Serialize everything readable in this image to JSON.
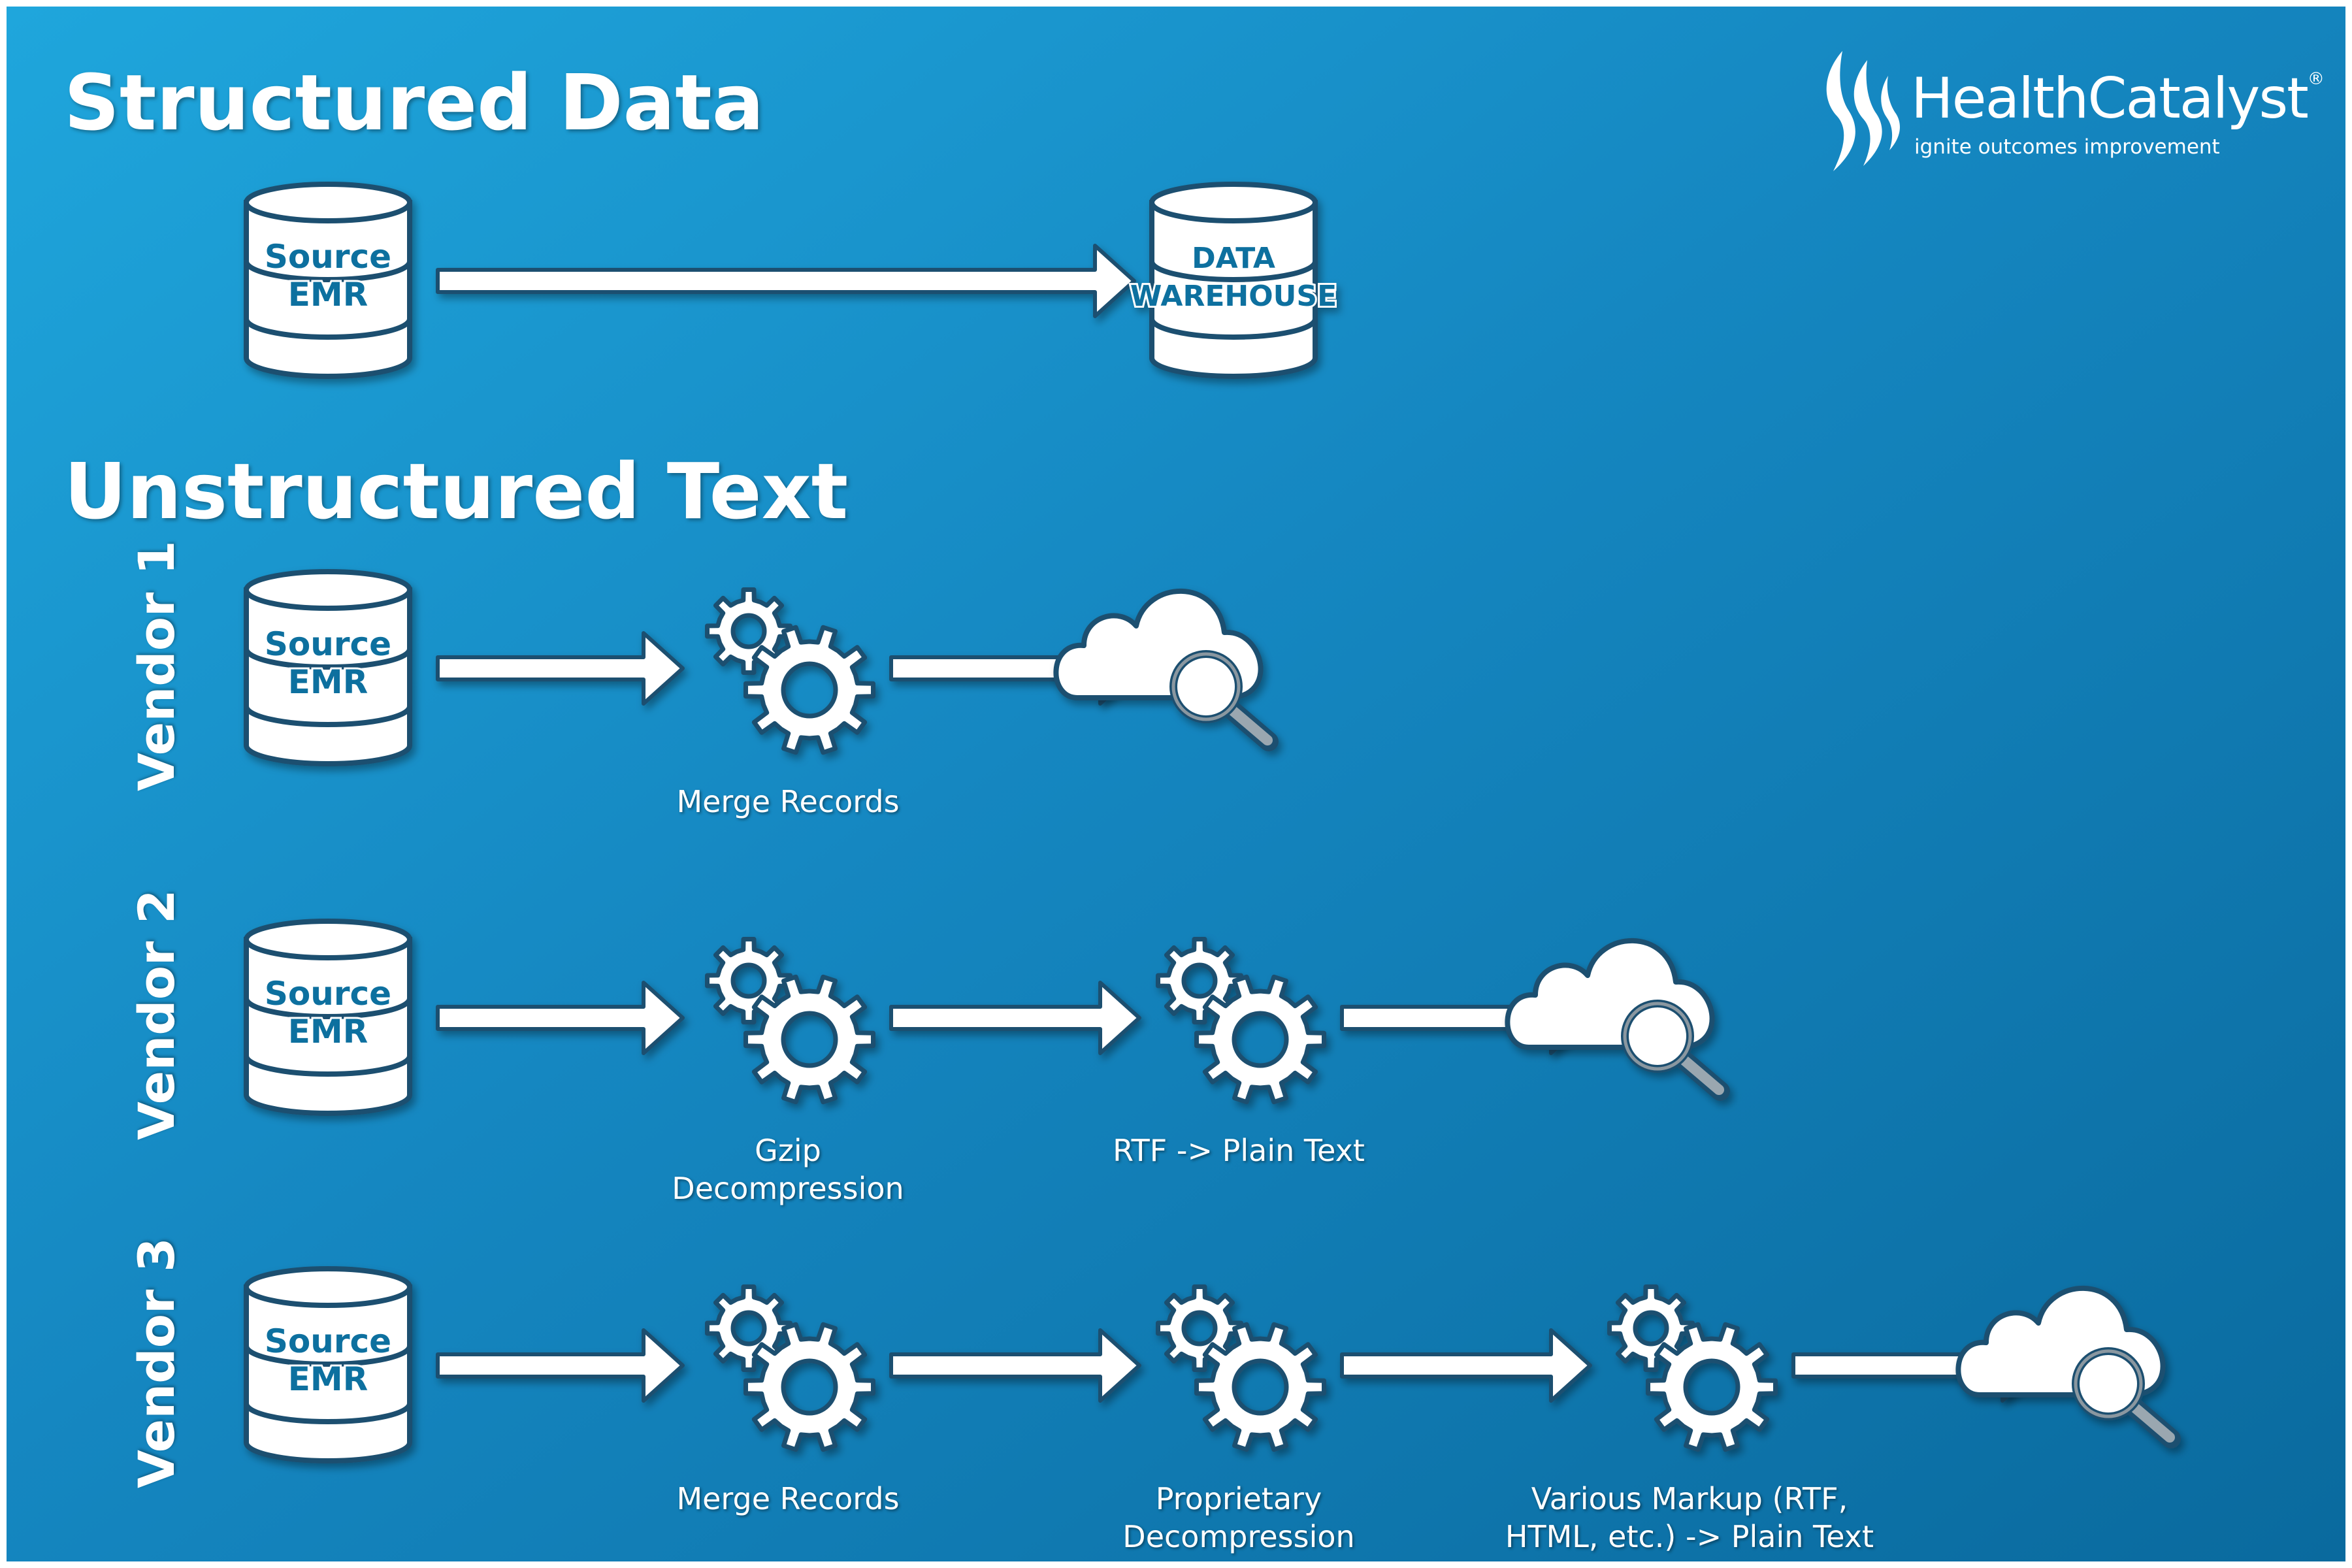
{
  "titles": {
    "structured": "Structured Data",
    "unstructured": "Unstructured Text"
  },
  "logo": {
    "name": "HealthCatalyst",
    "registered": "®",
    "tagline": "ignite outcomes improvement"
  },
  "databases": {
    "source": [
      "Source",
      "EMR"
    ],
    "warehouse": [
      "DATA",
      "WAREHOUSE"
    ]
  },
  "vendors": [
    {
      "label": "Vendor 1",
      "steps": [
        [
          "Merge Records"
        ]
      ]
    },
    {
      "label": "Vendor 2",
      "steps": [
        [
          "Gzip",
          "Decompression"
        ],
        [
          "RTF -> Plain Text"
        ]
      ]
    },
    {
      "label": "Vendor 3",
      "steps": [
        [
          "Merge Records"
        ],
        [
          "Proprietary",
          "Decompression"
        ],
        [
          "Various Markup (RTF,",
          "HTML, etc.) -> Plain Text"
        ]
      ]
    }
  ],
  "icons": {
    "database": "database-icon",
    "arrow": "arrow-right-icon",
    "gears": "gears-icon",
    "cloud": "cloud-search-icon",
    "logo": "flame-logo-icon"
  },
  "colors": {
    "bg_light": "#1fa6dc",
    "bg_dark": "#0a6a9e",
    "icon_fill": "#ffffff",
    "icon_outline": "#1c4f70",
    "db_text": "#0e6f9f"
  }
}
